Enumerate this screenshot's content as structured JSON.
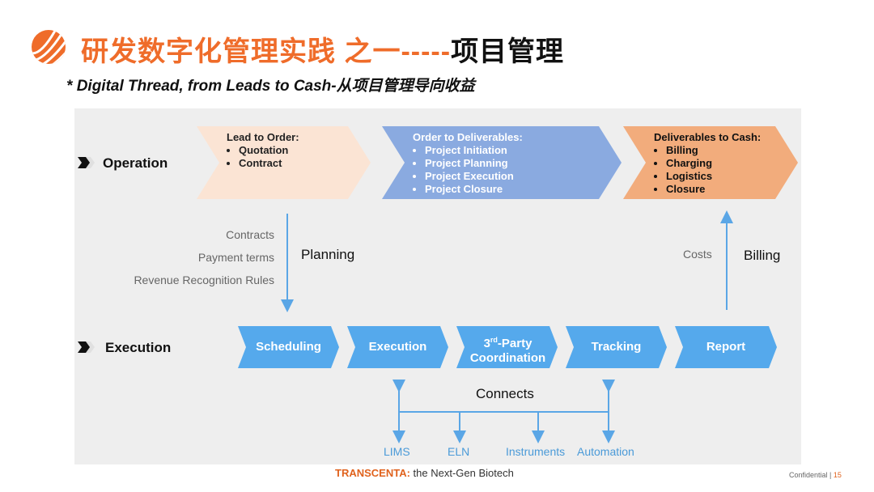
{
  "title": {
    "main": "研发数字化管理实践 之一-----",
    "tail": "项目管理"
  },
  "subtitle": {
    "bullet": "*",
    "text": "Digital Thread, from Leads to Cash-从项目管理导向收益"
  },
  "colors": {
    "accent": "#ef6c2a",
    "lead_fill": "#fbe4d4",
    "deliver_fill": "#8aaae0",
    "cash_fill": "#f2ac7c",
    "step_fill": "#55a9ec",
    "arrow": "#5aa6e6"
  },
  "operation": {
    "label": "Operation",
    "lead": {
      "heading": "Lead to Order:",
      "items": [
        "Quotation",
        "Contract"
      ]
    },
    "deliver": {
      "heading": "Order to Deliverables:",
      "items": [
        "Project Initiation",
        "Project Planning",
        "Project Execution",
        "Project Closure"
      ]
    },
    "cash": {
      "heading": "Deliverables to Cash:",
      "items": [
        "Billing",
        "Charging",
        "Logistics",
        "Closure"
      ]
    }
  },
  "planning": {
    "items": [
      "Contracts",
      "Payment terms",
      "Revenue Recognition Rules"
    ],
    "label": "Planning"
  },
  "billing": {
    "costs": "Costs",
    "label": "Billing"
  },
  "execution": {
    "label": "Execution",
    "steps": [
      "Scheduling",
      "Execution",
      "Coordination",
      "Tracking",
      "Report"
    ],
    "third_party": {
      "num": "3",
      "sup": "rd",
      "rest": "-Party"
    }
  },
  "connects": {
    "label": "Connects",
    "targets": [
      "LIMS",
      "ELN",
      "Instruments",
      "Automation"
    ]
  },
  "footer": {
    "brand": "TRANSCENTA:",
    "tagline": " the Next-Gen Biotech"
  },
  "confidential": {
    "label": "Confidential",
    "sep": " | ",
    "page": "15"
  }
}
